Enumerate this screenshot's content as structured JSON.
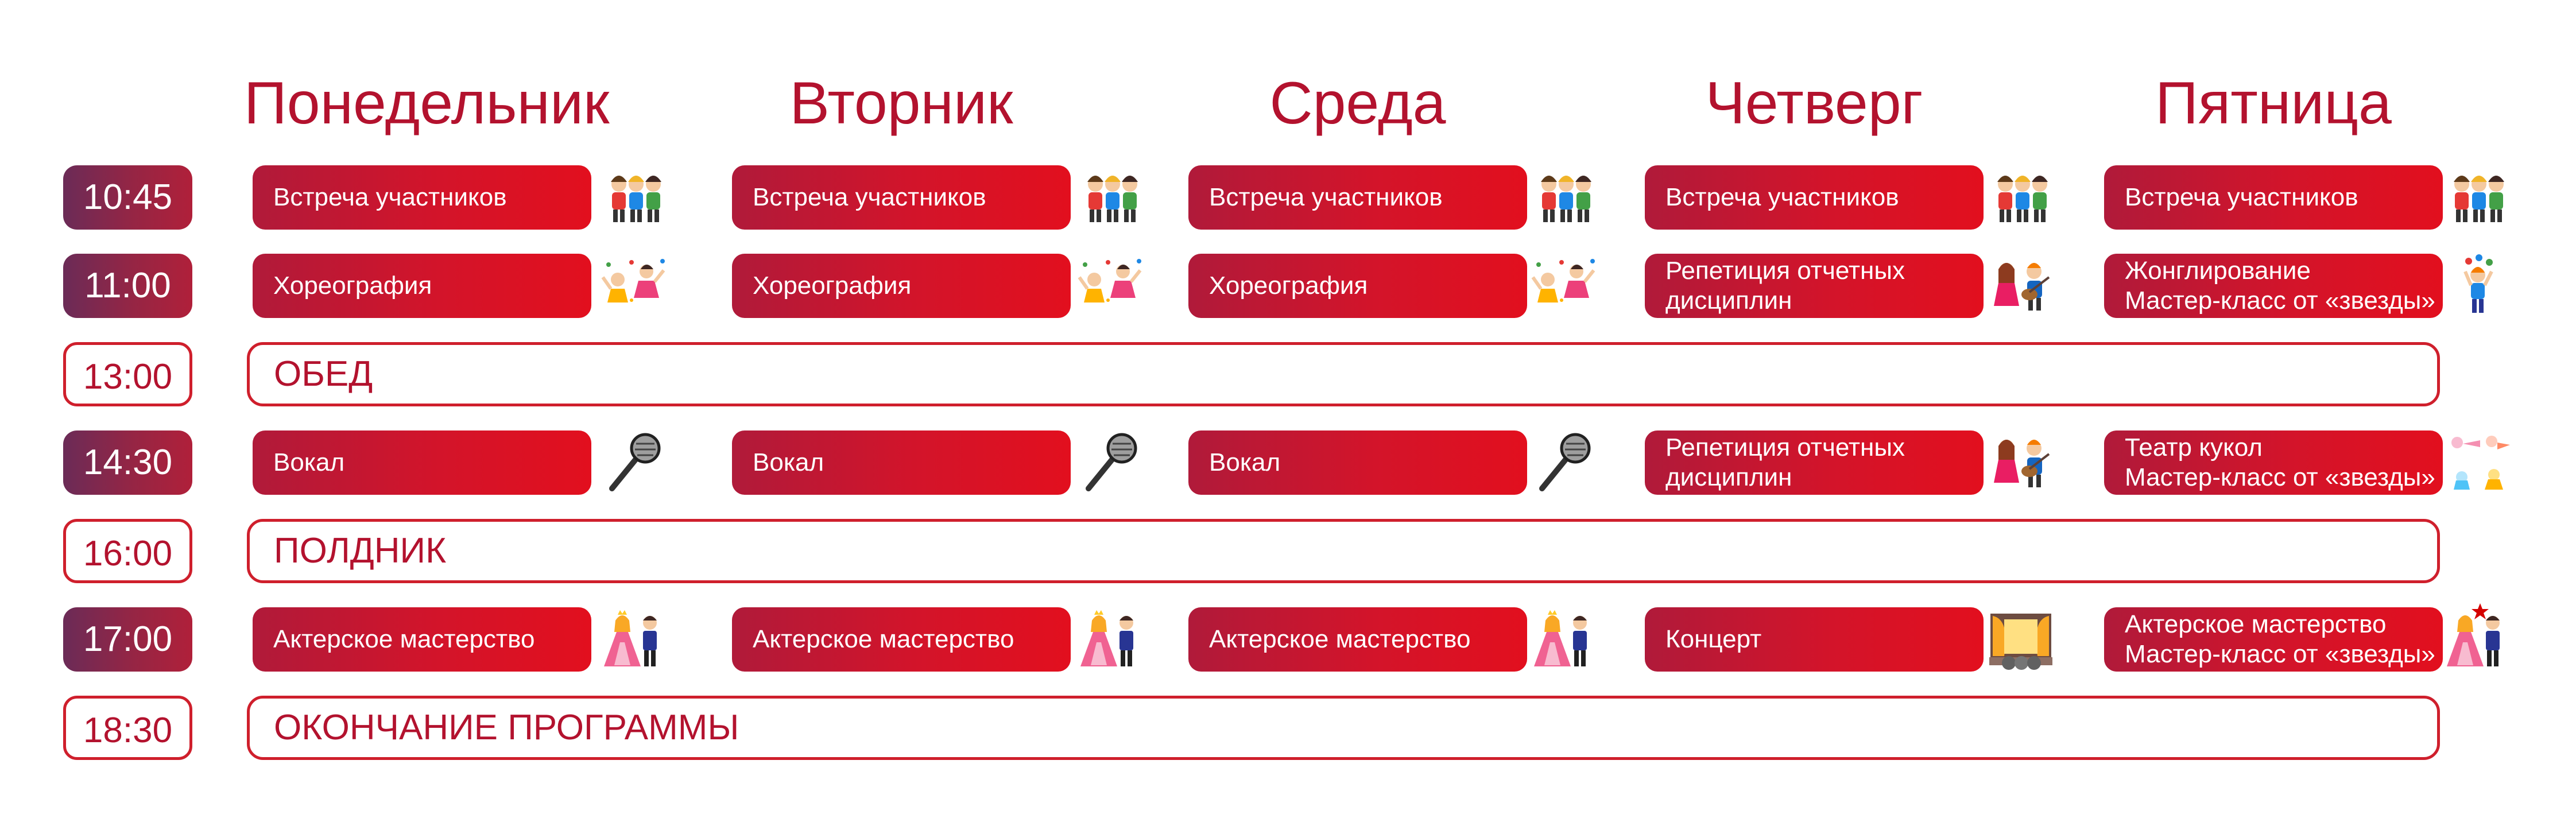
{
  "days": [
    "Понедельник",
    "Вторник",
    "Среда",
    "Четверг",
    "Пятница"
  ],
  "rows": [
    {
      "time": "10:45",
      "style": "dark",
      "cells": [
        {
          "lines": [
            "Встреча участников"
          ],
          "icon": "children-group-icon"
        },
        {
          "lines": [
            "Встреча участников"
          ],
          "icon": "children-group-icon"
        },
        {
          "lines": [
            "Встреча участников"
          ],
          "icon": "children-group-icon"
        },
        {
          "lines": [
            "Встреча участников"
          ],
          "icon": "children-group-icon"
        },
        {
          "lines": [
            "Встреча участников"
          ],
          "icon": "children-group-icon"
        }
      ]
    },
    {
      "time": "11:00",
      "style": "dark",
      "cells": [
        {
          "lines": [
            "Хореография"
          ],
          "icon": "dancing-kids-icon"
        },
        {
          "lines": [
            "Хореография"
          ],
          "icon": "dancing-kids-icon"
        },
        {
          "lines": [
            "Хореография"
          ],
          "icon": "dancing-kids-icon"
        },
        {
          "lines": [
            "Репетиция отчетных",
            "дисциплин"
          ],
          "icon": "guitar-kids-icon"
        },
        {
          "lines": [
            "Жонглирование",
            "Мастер-класс от «звезды»"
          ],
          "icon": "juggler-icon"
        }
      ]
    },
    {
      "time": "13:00",
      "style": "outline",
      "band": "ОБЕД"
    },
    {
      "time": "14:30",
      "style": "dark",
      "cells": [
        {
          "lines": [
            "Вокал"
          ],
          "icon": "microphone-icon"
        },
        {
          "lines": [
            "Вокал"
          ],
          "icon": "microphone-icon"
        },
        {
          "lines": [
            "Вокал"
          ],
          "icon": "microphone-icon"
        },
        {
          "lines": [
            "Репетиция отчетных",
            "дисциплин"
          ],
          "icon": "guitar-kids-icon"
        },
        {
          "lines": [
            "Театр кукол",
            "Мастер-класс от «звезды»"
          ],
          "icon": "puppets-icon"
        }
      ]
    },
    {
      "time": "16:00",
      "style": "outline",
      "band": "ПОЛДНИК"
    },
    {
      "time": "17:00",
      "style": "dark",
      "cells": [
        {
          "lines": [
            "Актерское мастерство"
          ],
          "icon": "prince-princess-icon"
        },
        {
          "lines": [
            "Актерское мастерство"
          ],
          "icon": "prince-princess-icon"
        },
        {
          "lines": [
            "Актерское мастерство"
          ],
          "icon": "prince-princess-icon"
        },
        {
          "lines": [
            "Концерт"
          ],
          "icon": "stage-icon"
        },
        {
          "lines": [
            "Актерское мастерство",
            "Мастер-класс от «звезды»"
          ],
          "icon": "prince-princess-star-icon"
        }
      ]
    },
    {
      "time": "18:30",
      "style": "outline",
      "band": "ОКОНЧАНИЕ ПРОГРАММЫ"
    }
  ],
  "colors": {
    "accent": "#b3122e",
    "cell_start": "#b01a3a",
    "cell_end": "#e20f1e",
    "time_dark": "#6b2b57",
    "outline": "#cf1f2c"
  }
}
